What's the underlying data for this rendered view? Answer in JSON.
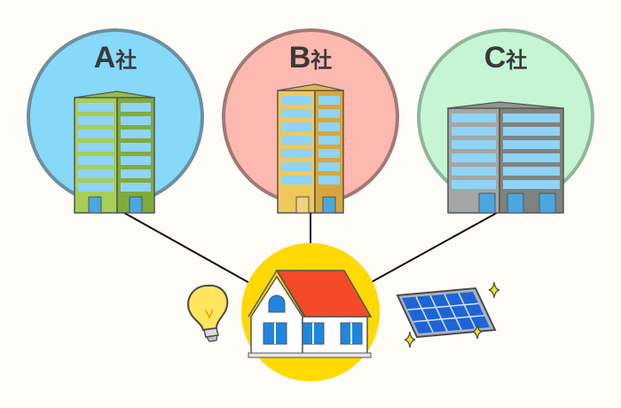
{
  "companies": [
    {
      "letter": "A",
      "suffix": "社",
      "circle_fill": "#87d9f9",
      "circle_stroke": "#6e8f9e",
      "building_facade": "#a6cf55",
      "building_side": "#80ab3c"
    },
    {
      "letter": "B",
      "suffix": "社",
      "circle_fill": "#fdb8b0",
      "circle_stroke": "#a07a75",
      "building_facade": "#f0c85a",
      "building_side": "#d9a63c"
    },
    {
      "letter": "C",
      "suffix": "社",
      "circle_fill": "#c5f5d3",
      "circle_stroke": "#8fb59a",
      "building_facade": "#a3a7a3",
      "building_side": "#7f837f"
    }
  ],
  "house": {
    "roof_color": "#f54a2a",
    "wall_color": "#ffffff",
    "window_color": "#1f86e0",
    "circle_color": "#ffd900"
  },
  "icons": {
    "bulb": "lightbulb-icon",
    "solar": "solar-panel-icon",
    "sparkle": "sparkle-icon"
  },
  "colors": {
    "text": "#3a3a3a",
    "line": "#111111",
    "panel_cell": "#1e64d6",
    "panel_frame": "#aab4c4",
    "sparkle": "#f5e020"
  }
}
